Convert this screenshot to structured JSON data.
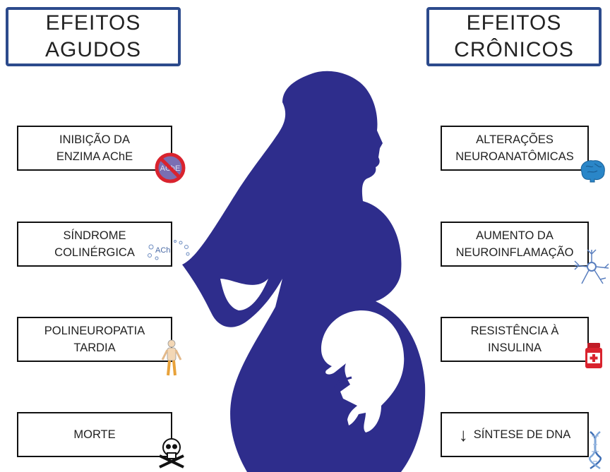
{
  "headers": {
    "left": {
      "line1": "EFEITOS",
      "line2": "AGUDOS"
    },
    "right": {
      "line1": "EFEITOS",
      "line2": "CRÔNICOS"
    }
  },
  "acute_effects": [
    {
      "line1": "INIBIÇÃO DA",
      "line2": "ENZIMA AChE",
      "icon": "ache-inhibition-icon",
      "icon_text": "AChE"
    },
    {
      "line1": "SÍNDROME",
      "line2": "COLINÉRGICA",
      "icon": "acetylcholine-molecules-icon",
      "icon_text": "ACh"
    },
    {
      "line1": "POLINEUROPATIA",
      "line2": "TARDIA",
      "icon": "human-body-icon"
    },
    {
      "line1": "MORTE",
      "icon": "skull-crossbones-icon"
    }
  ],
  "chronic_effects": [
    {
      "line1": "ALTERAÇÕES",
      "line2": "NEUROANATÔMICAS",
      "icon": "brain-icon"
    },
    {
      "line1": "AUMENTO DA",
      "line2": "NEUROINFLAMAÇÃO",
      "icon": "neuron-icon"
    },
    {
      "line1": "RESISTÊNCIA À",
      "line2": "INSULINA",
      "icon": "medicine-bottle-icon"
    },
    {
      "line1": "SÍNTESE DE DNA",
      "prefix_symbol": "↓",
      "icon": "dna-helix-icon"
    }
  ],
  "colors": {
    "silhouette": "#2e2d8c",
    "header_border": "#2c4a8c",
    "box_border": "#111111",
    "prohibition": "#d9232e",
    "brain": "#2a86c8",
    "neuron": "#5a7fbf",
    "bottle": "#d9232e",
    "dna": "#3f6fb5"
  }
}
